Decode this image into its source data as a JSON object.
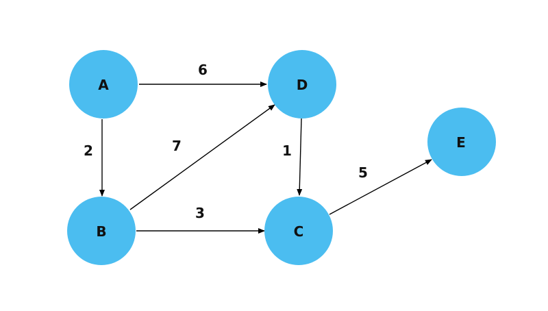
{
  "graph": {
    "node_color": "#4bbdf0",
    "edge_color": "#000000",
    "nodes": [
      {
        "id": "A",
        "label": "A"
      },
      {
        "id": "D",
        "label": "D"
      },
      {
        "id": "E",
        "label": "E"
      },
      {
        "id": "B",
        "label": "B"
      },
      {
        "id": "C",
        "label": "C"
      }
    ],
    "edges": [
      {
        "from": "A",
        "to": "D",
        "weight": "6"
      },
      {
        "from": "A",
        "to": "B",
        "weight": "2"
      },
      {
        "from": "B",
        "to": "D",
        "weight": "7"
      },
      {
        "from": "D",
        "to": "C",
        "weight": "1"
      },
      {
        "from": "B",
        "to": "C",
        "weight": "3"
      },
      {
        "from": "C",
        "to": "E",
        "weight": "5"
      }
    ]
  }
}
